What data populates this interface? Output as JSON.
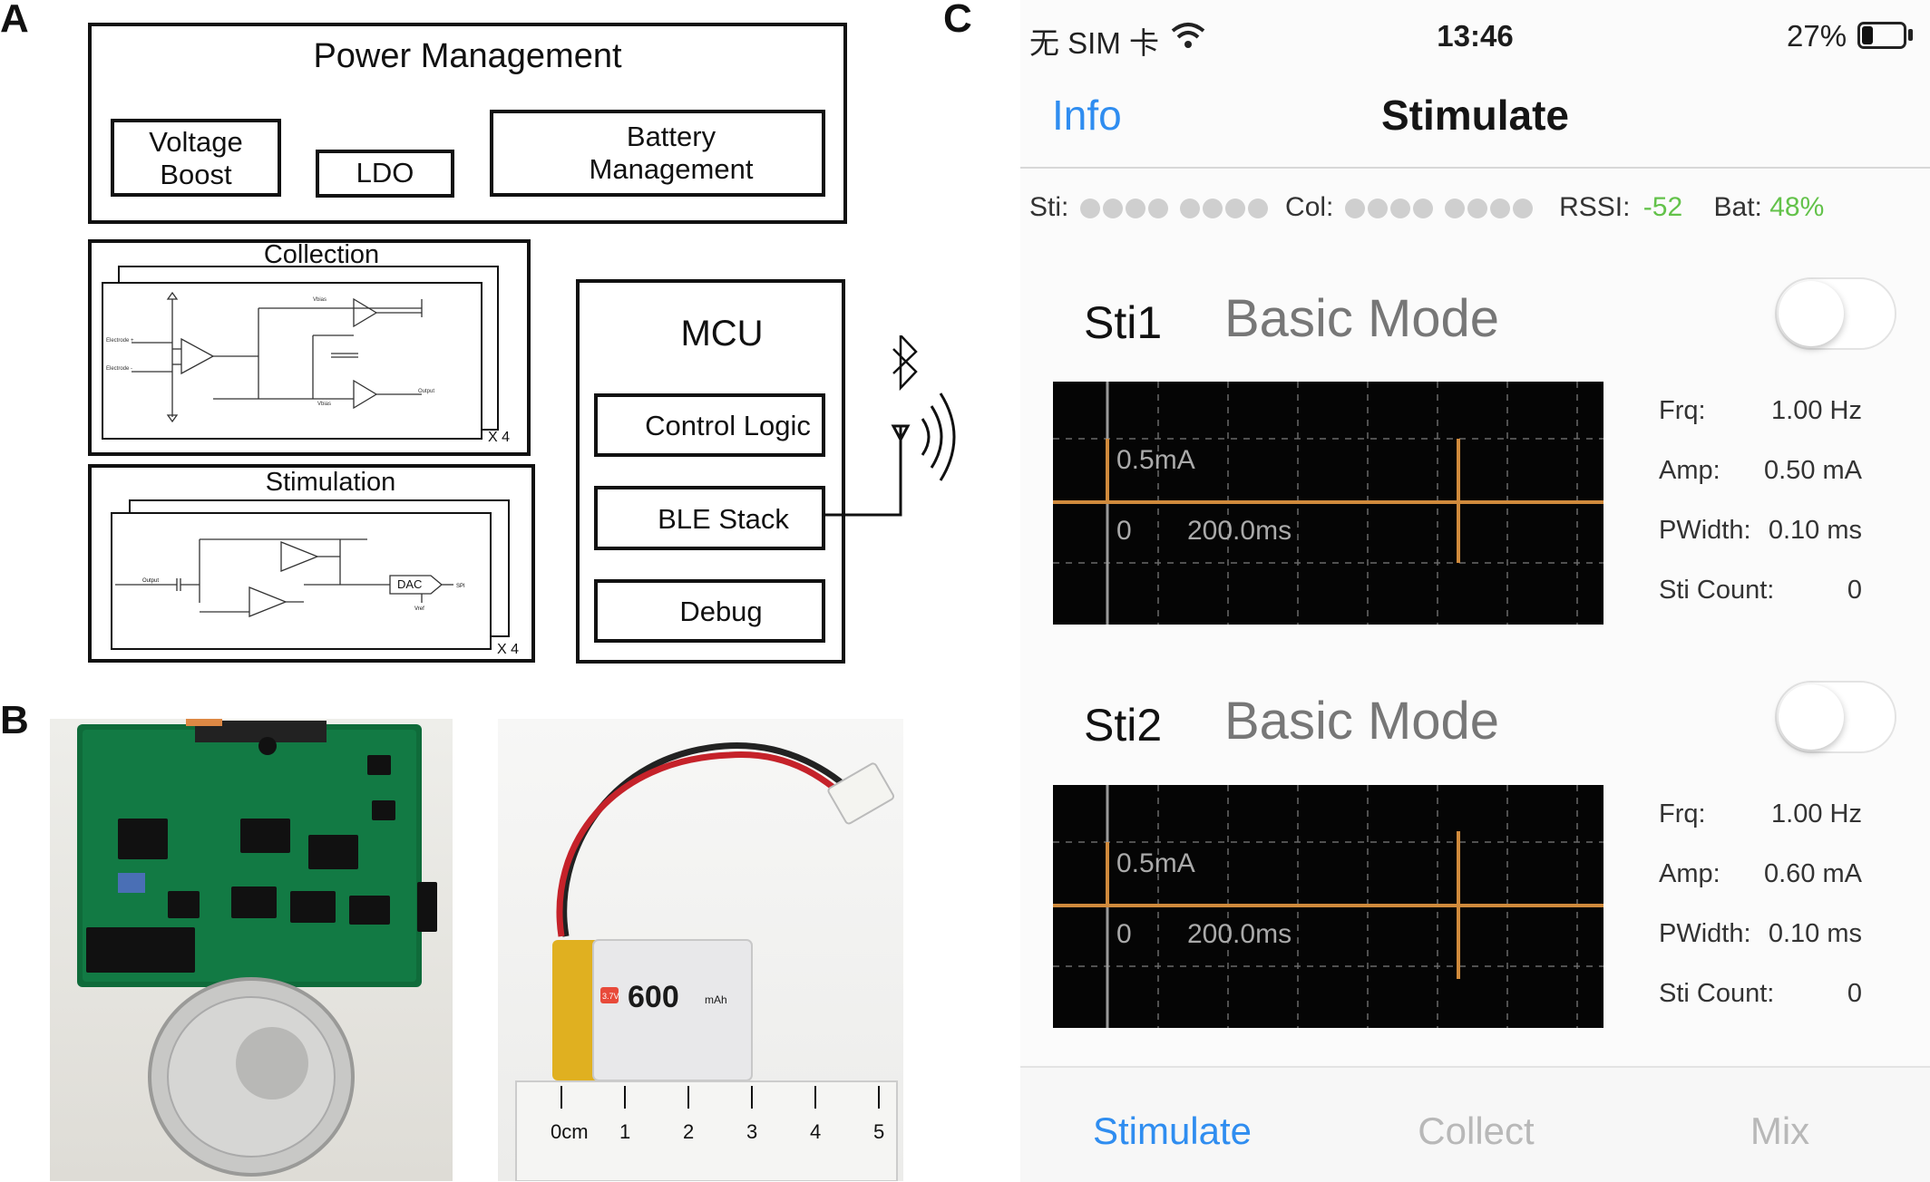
{
  "panels": {
    "a": "A",
    "b": "B",
    "c": "C"
  },
  "diagram": {
    "power_management": "Power Management",
    "voltage_boost": "Voltage\nBoost",
    "ldo": "LDO",
    "battery_management": "Battery\nManagement",
    "collection": "Collection",
    "collection_count": "X 4",
    "stimulation": "Stimulation",
    "stimulation_count": "X 4",
    "mcu": "MCU",
    "control_logic": "Control Logic",
    "ble_stack": "BLE Stack",
    "debug": "Debug",
    "schematic": {
      "electrode_1": "Electrode +",
      "electrode_2": "Electrode -",
      "vbias": "Vbias",
      "output": "Output",
      "dac": "DAC",
      "spi": "SPI",
      "vref": "Vref"
    }
  },
  "photos": {
    "battery_capacity": "600",
    "battery_unit": "mAh",
    "battery_voltage": "3.7V",
    "ruler_labels": [
      "0cm",
      "1",
      "2",
      "3",
      "4",
      "5"
    ]
  },
  "status_bar": {
    "carrier": "无 SIM 卡",
    "time": "13:46",
    "battery": "27%",
    "battery_level": 0.27
  },
  "nav": {
    "back": "Info",
    "title": "Stimulate"
  },
  "indicators": {
    "sti_label": "Sti:",
    "col_label": "Col:",
    "rssi_label": "RSSI:",
    "rssi_value": "-52",
    "bat_label": "Bat:",
    "bat_value": "48%"
  },
  "channels": [
    {
      "name": "Sti1",
      "mode": "Basic Mode",
      "enabled": false,
      "scope_amp": "0.5mA",
      "scope_zero": "0",
      "scope_time": "200.0ms",
      "params": [
        {
          "label": "Frq:",
          "value": "1.00 Hz"
        },
        {
          "label": "Amp:",
          "value": "0.50 mA"
        },
        {
          "label": "PWidth:",
          "value": "0.10 ms"
        },
        {
          "label": "Sti Count:",
          "value": "0"
        }
      ]
    },
    {
      "name": "Sti2",
      "mode": "Basic Mode",
      "enabled": false,
      "scope_amp": "0.5mA",
      "scope_zero": "0",
      "scope_time": "200.0ms",
      "params": [
        {
          "label": "Frq:",
          "value": "1.00 Hz"
        },
        {
          "label": "Amp:",
          "value": "0.60 mA"
        },
        {
          "label": "PWidth:",
          "value": "0.10 ms"
        },
        {
          "label": "Sti Count:",
          "value": "0"
        }
      ]
    }
  ],
  "tabs": [
    {
      "label": "Stimulate",
      "active": true
    },
    {
      "label": "Collect",
      "active": false
    },
    {
      "label": "Mix",
      "active": false
    }
  ],
  "colors": {
    "ios_blue": "#2f8df0",
    "green": "#63c24a",
    "trace": "#d08a3c",
    "gray_text": "#b8b8b8"
  }
}
